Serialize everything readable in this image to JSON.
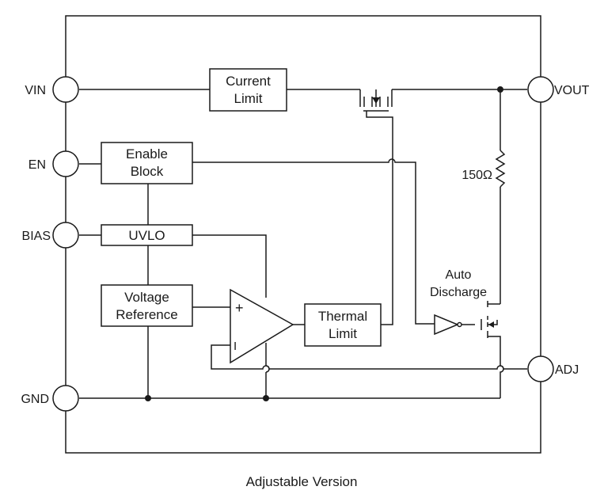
{
  "pins": {
    "vin": "VIN",
    "en": "EN",
    "bias": "BIAS",
    "gnd": "GND",
    "vout": "VOUT",
    "adj": "ADJ"
  },
  "blocks": {
    "current_limit": [
      "Current",
      "Limit"
    ],
    "enable_block": [
      "Enable",
      "Block"
    ],
    "uvlo": "UVLO",
    "voltage_reference": [
      "Voltage",
      "Reference"
    ],
    "thermal_limit": [
      "Thermal",
      "Limit"
    ]
  },
  "amplifier": {
    "plus": "+",
    "minus": "I"
  },
  "resistor_label": "150Ω",
  "auto_discharge": [
    "Auto",
    "Discharge"
  ],
  "caption": "Adjustable Version"
}
